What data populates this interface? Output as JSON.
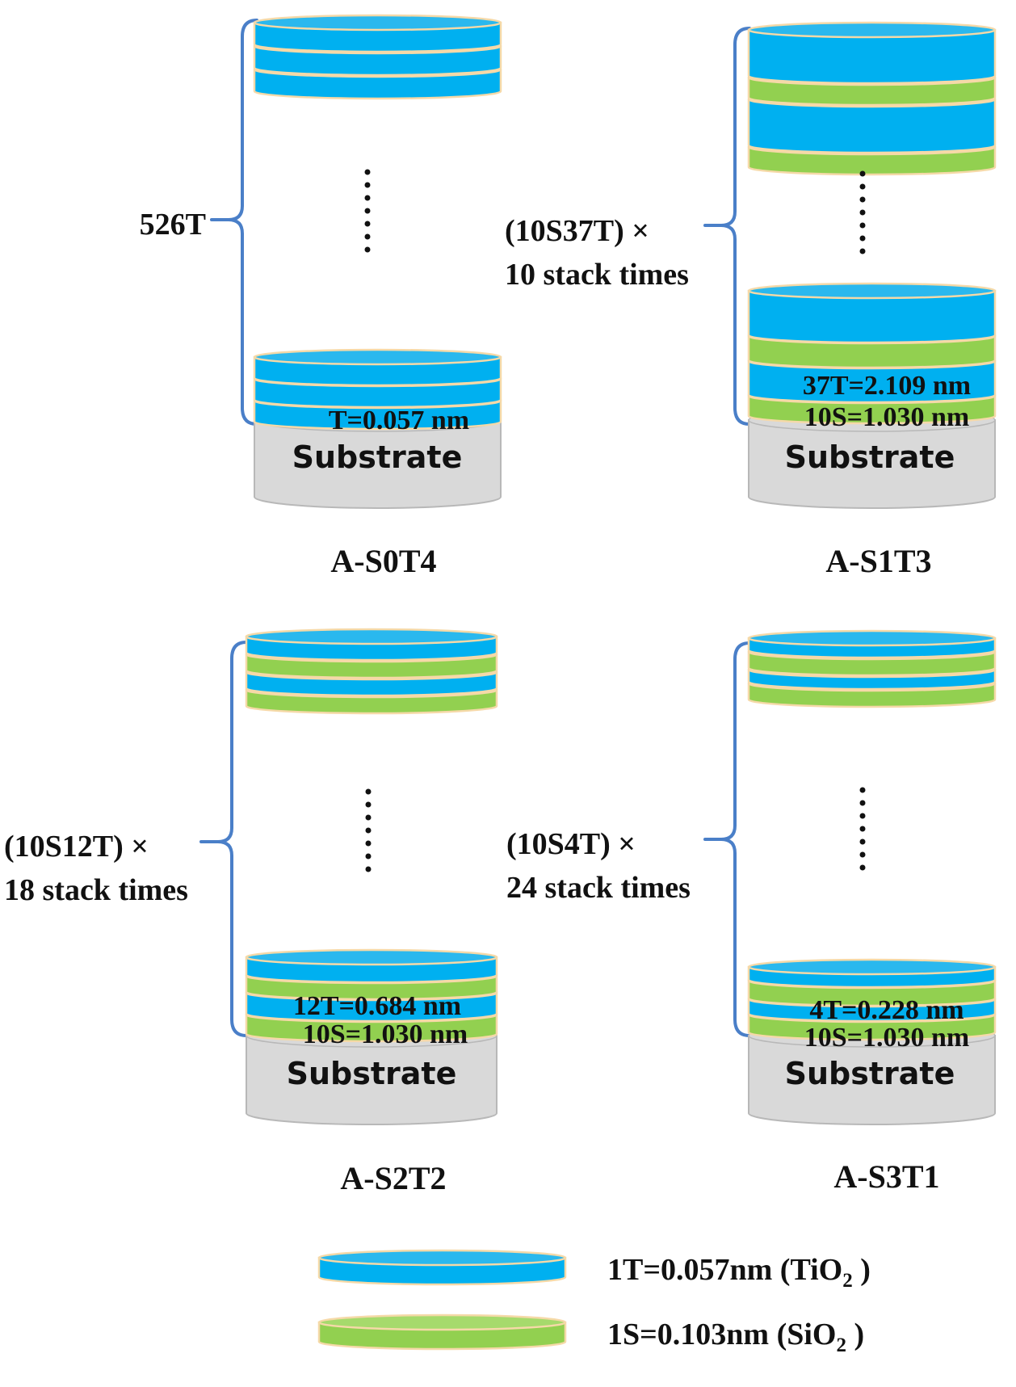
{
  "colors": {
    "tio2_layer": "#00B0F0",
    "tio2_top": "#2AB8EE",
    "sio2_layer": "#92D050",
    "sio2_top": "#A6DA6C",
    "layer_outline": "#F5D9A8",
    "substrate": "#D9D9D9",
    "substrate_outline": "#B8B8B8",
    "bracket": "#4A7FC8"
  },
  "samples": [
    {
      "name": "A-S0T4",
      "bracket_label": [
        "526T"
      ],
      "layer_labels": [
        "T=0.057 nm"
      ],
      "substrate_label": "Substrate"
    },
    {
      "name": "A-S1T3",
      "bracket_label": [
        "(10S37T) ×",
        "10 stack times"
      ],
      "layer_labels": [
        "37T=2.109 nm",
        "10S=1.030 nm"
      ],
      "substrate_label": "Substrate"
    },
    {
      "name": "A-S2T2",
      "bracket_label": [
        "(10S12T) ×",
        "18 stack times"
      ],
      "layer_labels": [
        "12T=0.684 nm",
        "10S=1.030 nm"
      ],
      "substrate_label": "Substrate"
    },
    {
      "name": "A-S3T1",
      "bracket_label": [
        "(10S4T) ×",
        "24 stack times"
      ],
      "layer_labels": [
        "4T=0.228 nm",
        "10S=1.030 nm"
      ],
      "substrate_label": "Substrate"
    }
  ],
  "legend": [
    {
      "material": "TiO2",
      "label_prefix": "1T=0.057nm (TiO",
      "subscript": "2",
      "label_suffix": " )"
    },
    {
      "material": "SiO2",
      "label_prefix": "1S=0.103nm (SiO",
      "subscript": "2",
      "label_suffix": " )"
    }
  ]
}
